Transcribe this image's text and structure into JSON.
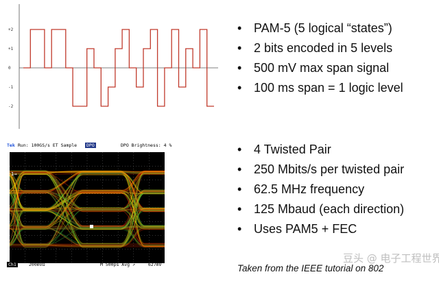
{
  "pam_figure": {
    "y_levels": [
      "+2",
      "+1",
      "0",
      "-1",
      "-2"
    ],
    "waveform_levels": [
      0,
      2,
      2,
      0,
      2,
      2,
      0,
      -2,
      -2,
      1,
      0,
      -2,
      -1,
      1,
      2,
      0,
      -1,
      1,
      2,
      -2,
      0,
      2,
      -1,
      1,
      0,
      2,
      -2
    ],
    "colors": {
      "trace": "#c0392b",
      "axis": "#555555"
    }
  },
  "bullets_top": [
    "PAM-5 (5 logical “states”)",
    "2 bits encoded in 5 levels",
    "500 mV max span signal",
    "100 ms span = 1 logic level"
  ],
  "bullets_bottom": [
    "4 Twisted Pair",
    "250 Mbits/s per twisted pair",
    "62.5 MHz frequency",
    "125 Mbaud (each direction)",
    "Uses PAM5 + FEC"
  ],
  "scope": {
    "brand": "Tek",
    "run_status": "Run: 100GS/s ET  Sample",
    "dpo_badge": "DPO",
    "brightness": "DPO Brightness: 4 %",
    "channel": "Ch1",
    "channel_scale": "200mVΩ",
    "timebase": "M  500ps  Avg ↗",
    "trigger_level": "627mV",
    "channel_marker": "1→",
    "colors": {
      "screen": "#000000",
      "graticule": "#8a8a8a",
      "hot": "#ff2a00",
      "mid": "#ffd400",
      "cool": "#3ab53a"
    }
  },
  "caption": "Taken from the IEEE tutorial on 802",
  "watermark": "豆头 @ 电子工程世界"
}
